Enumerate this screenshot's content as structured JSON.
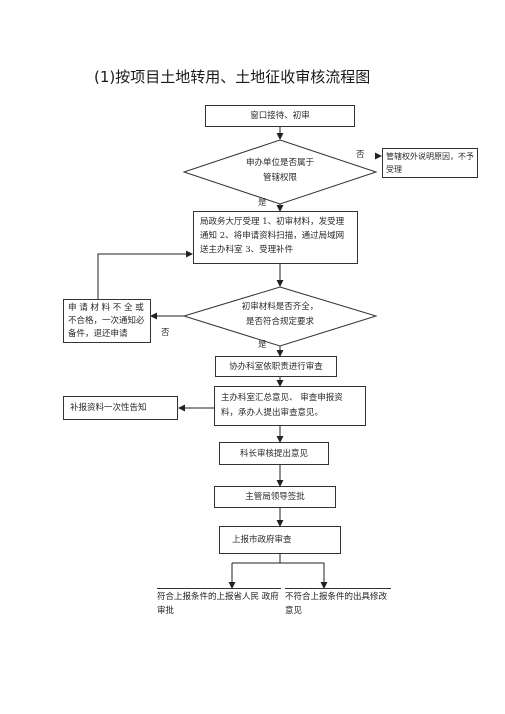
{
  "title": "(1)按项目土地转用、土地征收审核流程图",
  "nodes": {
    "reception": "窗口接待、初审",
    "jurisdiction_q_line1": "申办单位是否属于",
    "jurisdiction_q_line2": "管辖权限",
    "outside_note": "管辖权外说明原因，不予受理",
    "accept": "局政务大厅受理    1、初审材料，发受理通知  2、将申请资料扫描，通过局域网送主办科室    3、受理补件",
    "complete_q_line1": "初审材料是否齐全，",
    "complete_q_line2": "是否符合规定要求",
    "incomplete": "申 请 材 料 不 全 或不合格，一次通知必备件，退还申请",
    "assist_review": "协办科室依职责进行审查",
    "main_review": "主办科室汇总意见、  审查申报资料，承办人提出审查意见。",
    "supplement": "补报资料一次性告知",
    "chief_review": "科长审核提出意见",
    "director_approve": "主管局领导签批",
    "city_review": "上报市政府审查",
    "ok_result": "符合上报条件的上报省人民 政府审批",
    "not_ok_result": "不符合上报条件的出具修改意见"
  },
  "labels": {
    "no1": "否",
    "yes1": "是",
    "no2": "否",
    "yes2": "是"
  }
}
